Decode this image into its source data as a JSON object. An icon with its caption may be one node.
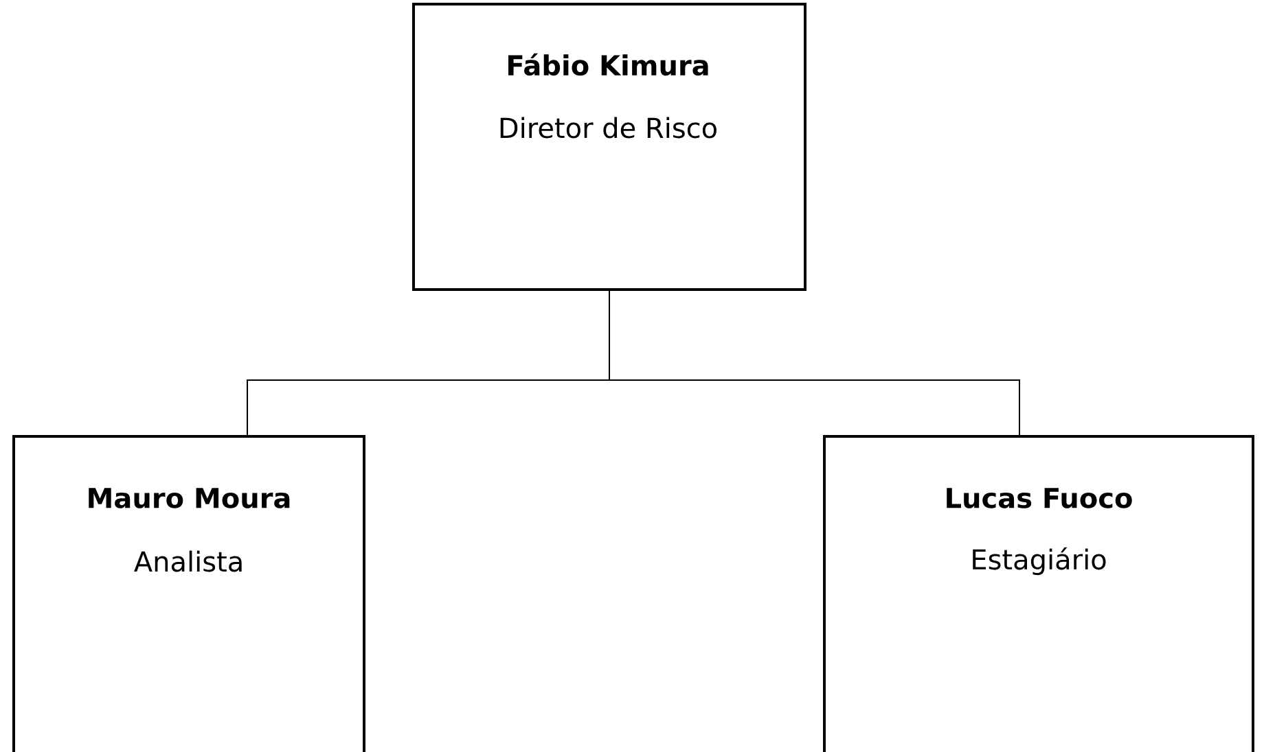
{
  "diagram": {
    "nodes": [
      {
        "text": [
          "Fábio Kimura",
          "Diretor de Risco"
        ]
      },
      {
        "text": [
          "Mauro Moura",
          "Analista"
        ]
      },
      {
        "text": [
          "Lucas Fuoco",
          "Estagiário"
        ]
      }
    ],
    "edges": [
      {
        "from": 0,
        "to": 1,
        "arrow": "none"
      },
      {
        "from": 0,
        "to": 2,
        "arrow": "none"
      }
    ]
  }
}
